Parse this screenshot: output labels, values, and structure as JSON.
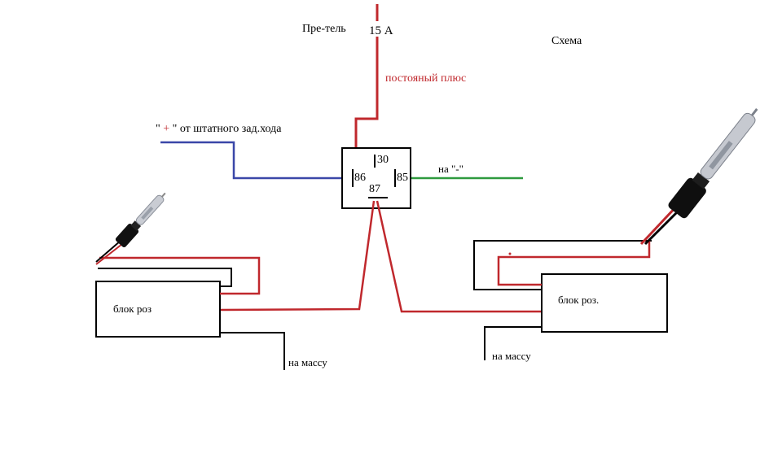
{
  "labels": {
    "switch": "Пре-тель",
    "fuse": "15 А",
    "title": "Схема",
    "constant_plus": "постояный плюс",
    "reverse_signal_quote_open": "\"",
    "reverse_signal_plus": "+",
    "reverse_signal_rest": "\" от штатного зад.хода",
    "minus": "на \"-\"",
    "pin30": "30",
    "pin86": "86",
    "pin85": "85",
    "pin87": "87",
    "ballast_left": "блок роз",
    "ballast_right": "блок роз.",
    "ground_left": "на массу",
    "ground_right": "на массу"
  },
  "colors": {
    "red_wire": "#c0282d",
    "blue_wire": "#3a47a8",
    "green_wire": "#2e9a3e",
    "black_wire": "#000000"
  }
}
